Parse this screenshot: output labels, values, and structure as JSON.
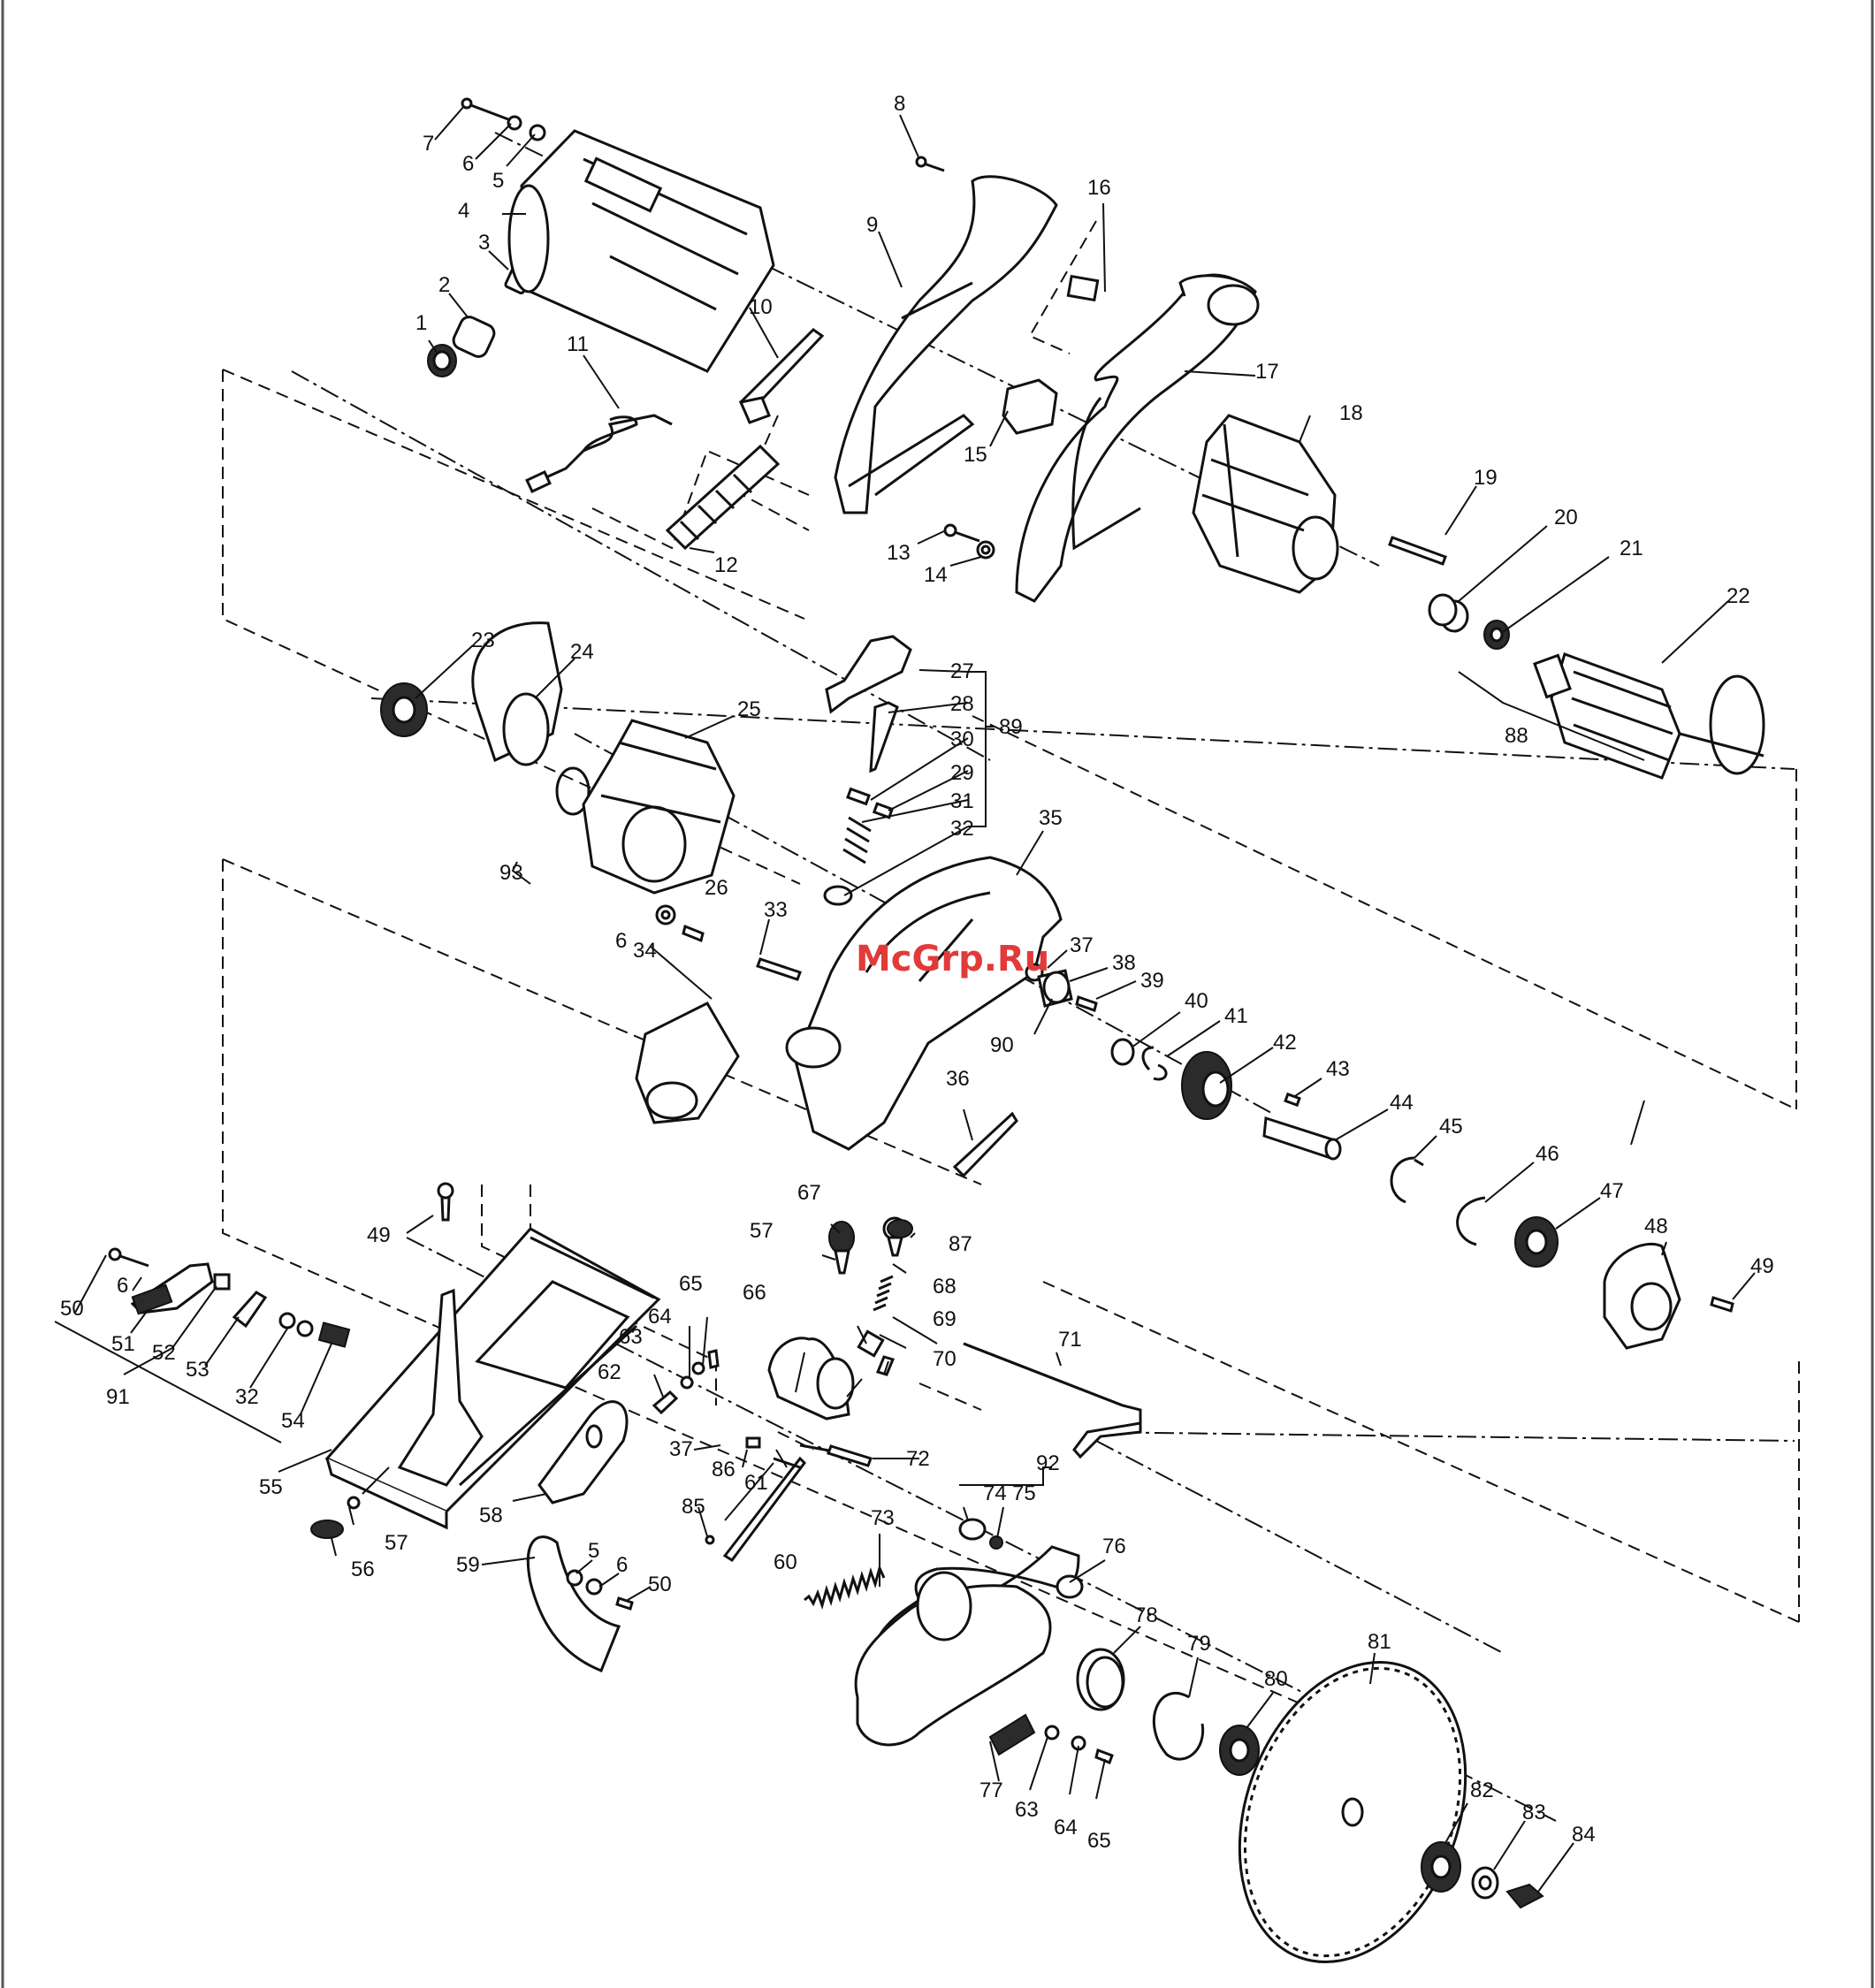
{
  "watermark": "McGrp.Ru",
  "labels": {
    "p1": "1",
    "p2": "2",
    "p3": "3",
    "p4": "4",
    "p5": "5",
    "p6": "6",
    "p7": "7",
    "p8": "8",
    "p9": "9",
    "p10": "10",
    "p11": "11",
    "p12": "12",
    "p13": "13",
    "p14": "14",
    "p15": "15",
    "p16": "16",
    "p17": "17",
    "p18": "18",
    "p19": "19",
    "p20": "20",
    "p21": "21",
    "p22": "22",
    "p23": "23",
    "p24": "24",
    "p25": "25",
    "p26": "26",
    "p27": "27",
    "p28": "28",
    "p29": "29",
    "p30": "30",
    "p31": "31",
    "p32": "32",
    "p33": "33",
    "p34": "34",
    "p35": "35",
    "p36": "36",
    "p37": "37",
    "p38": "38",
    "p39": "39",
    "p40": "40",
    "p41": "41",
    "p42": "42",
    "p43": "43",
    "p44": "44",
    "p45": "45",
    "p46": "46",
    "p47": "47",
    "p48": "48",
    "p49": "49",
    "p50": "50",
    "p51": "51",
    "p52": "52",
    "p53": "53",
    "p54": "54",
    "p55": "55",
    "p56": "56",
    "p57": "57",
    "p58": "58",
    "p59": "59",
    "p60": "60",
    "p61": "61",
    "p62": "62",
    "p63": "63",
    "p64": "64",
    "p65": "65",
    "p66": "66",
    "p67": "67",
    "p68": "68",
    "p69": "69",
    "p70": "70",
    "p71": "71",
    "p72": "72",
    "p73": "73",
    "p74": "74",
    "p75": "75",
    "p76": "76",
    "p77": "77",
    "p78": "78",
    "p79": "79",
    "p80": "80",
    "p81": "81",
    "p82": "82",
    "p83": "83",
    "p84": "84",
    "p85": "85",
    "p86": "86",
    "p87": "87",
    "p88": "88",
    "p89": "89",
    "p90": "90",
    "p91": "91",
    "p92": "92",
    "p93": "93"
  }
}
